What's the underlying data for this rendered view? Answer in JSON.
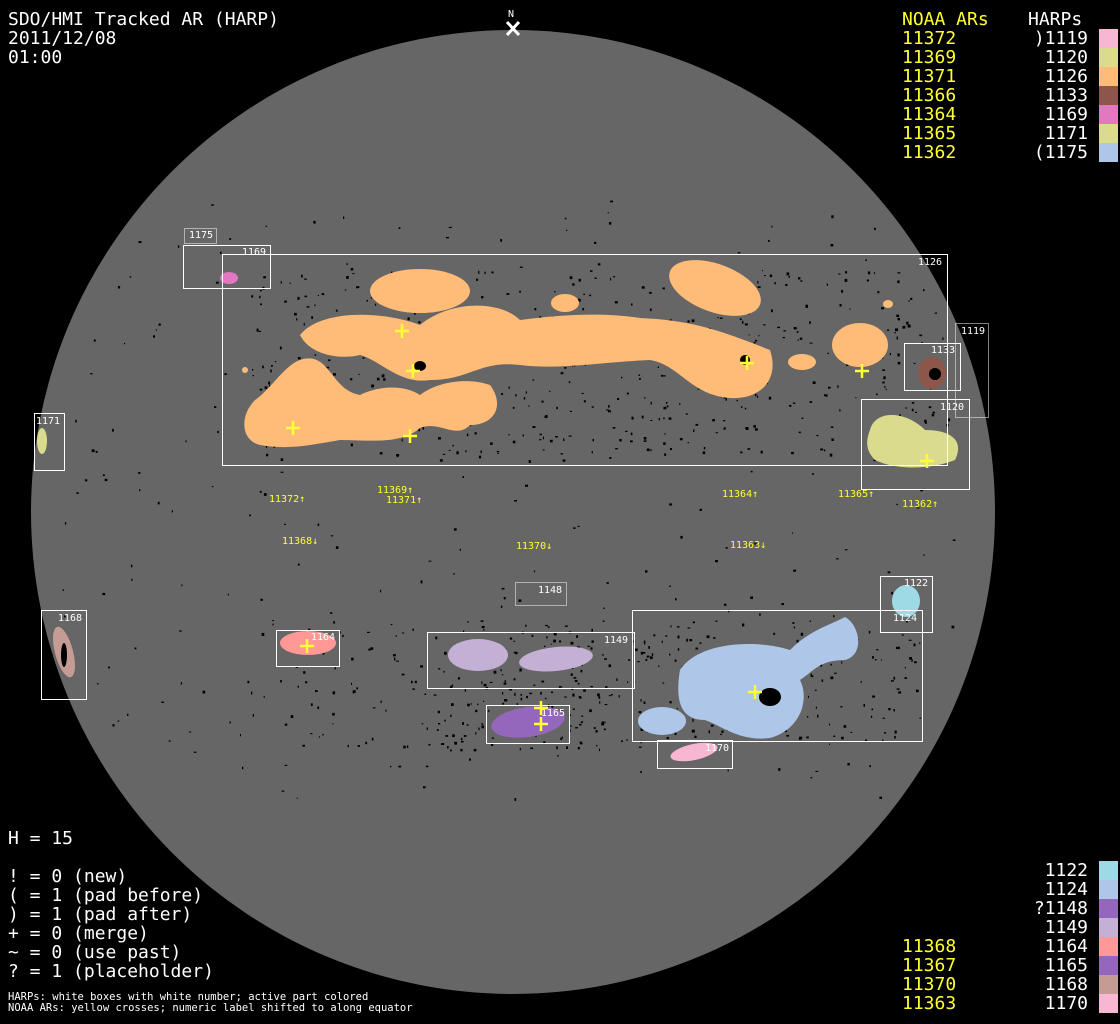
{
  "header": {
    "title": "SDO/HMI Tracked AR (HARP)",
    "date": "2011/12/08",
    "time": "01:00",
    "north": "N"
  },
  "legend_top": {
    "noaa_header": "NOAA ARs",
    "harp_header": "HARPs",
    "rows": [
      {
        "noaa": "11372",
        "harp": ")1119",
        "color": "#f7b6d2"
      },
      {
        "noaa": "11369",
        "harp": "1120",
        "color": "#dbdb8d"
      },
      {
        "noaa": "11371",
        "harp": "1126",
        "color": "#ffbb78"
      },
      {
        "noaa": "11366",
        "harp": "1133",
        "color": "#8c564b"
      },
      {
        "noaa": "11364",
        "harp": "1169",
        "color": "#e377c2"
      },
      {
        "noaa": "11365",
        "harp": "1171",
        "color": "#dbdb8d"
      },
      {
        "noaa": "11362",
        "harp": "(1175",
        "color": "#aec7e8"
      }
    ]
  },
  "legend_bottom": {
    "rows": [
      {
        "noaa": "",
        "harp": "1122",
        "color": "#9edae5"
      },
      {
        "noaa": "",
        "harp": "1124",
        "color": "#aec7e8"
      },
      {
        "noaa": "",
        "harp": "?1148",
        "color": "#9467bd"
      },
      {
        "noaa": "",
        "harp": "1149",
        "color": "#c5b0d5"
      },
      {
        "noaa": "11368",
        "harp": "1164",
        "color": "#ff9896"
      },
      {
        "noaa": "11367",
        "harp": "1165",
        "color": "#9467bd"
      },
      {
        "noaa": "11370",
        "harp": "1168",
        "color": "#c49c94"
      },
      {
        "noaa": "11363",
        "harp": "1170",
        "color": "#f7b6d2"
      }
    ]
  },
  "stats": {
    "h_line": "H = 15",
    "flags": [
      "! = 0 (new)",
      "( = 1 (pad before)",
      ") = 1 (pad after)",
      "+ = 0 (merge)",
      "~ = 0 (use past)",
      "? = 1 (placeholder)"
    ],
    "notes": [
      "HARPs: white boxes with white number; active part colored",
      "NOAA ARs: yellow crosses; numeric label shifted to along equator"
    ]
  },
  "harp_boxes": {
    "b1175": "1175",
    "b1169": "1169",
    "b1126": "1126",
    "b1119": "1119",
    "b1133": "1133",
    "b1120": "1120",
    "b1171": "1171",
    "b1148": "1148",
    "b1122": "1122",
    "b1124": "1124",
    "b1168": "1168",
    "b1164": "1164",
    "b1149": "1149",
    "b1165": "1165",
    "b1170": "1170"
  },
  "noaa_labels": {
    "n11372": "11372↑",
    "n11369": "11369↑",
    "n11371": "11371↑",
    "n11368": "11368↓",
    "n11370": "11370↓",
    "n11364": "11364↑",
    "n11365": "11365↑",
    "n11362": "11362↑",
    "n11363": "11363↓"
  },
  "colors": {
    "disk": "#666666",
    "box": "#ffffff",
    "cross": "#ffff33"
  }
}
